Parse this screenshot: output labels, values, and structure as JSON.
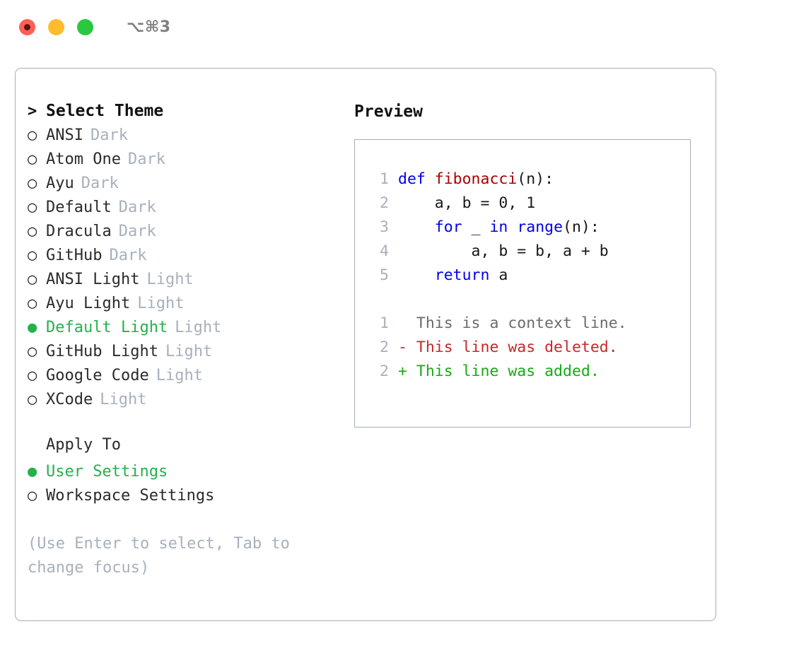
{
  "titlebar": {
    "shortcut": "⌥⌘3",
    "dots": [
      "close-red",
      "minimize-yellow",
      "maximize-green"
    ]
  },
  "theme_picker": {
    "header": {
      "prompt": ">",
      "title": "Select Theme"
    },
    "unselected_bullet": "○",
    "selected_bullet": "●",
    "items": [
      {
        "bullet": "○",
        "label": "ANSI",
        "suffix": "Dark",
        "selected": false
      },
      {
        "bullet": "○",
        "label": "Atom One",
        "suffix": "Dark",
        "selected": false
      },
      {
        "bullet": "○",
        "label": "Ayu",
        "suffix": "Dark",
        "selected": false
      },
      {
        "bullet": "○",
        "label": "Default",
        "suffix": "Dark",
        "selected": false
      },
      {
        "bullet": "○",
        "label": "Dracula",
        "suffix": "Dark",
        "selected": false
      },
      {
        "bullet": "○",
        "label": "GitHub",
        "suffix": "Dark",
        "selected": false
      },
      {
        "bullet": "○",
        "label": "ANSI Light",
        "suffix": "Light",
        "selected": false
      },
      {
        "bullet": "○",
        "label": "Ayu Light",
        "suffix": "Light",
        "selected": false
      },
      {
        "bullet": "●",
        "label": "Default Light",
        "suffix": "Light",
        "selected": true
      },
      {
        "bullet": "○",
        "label": "GitHub Light",
        "suffix": "Light",
        "selected": false
      },
      {
        "bullet": "○",
        "label": "Google Code",
        "suffix": "Light",
        "selected": false
      },
      {
        "bullet": "○",
        "label": "XCode",
        "suffix": "Light",
        "selected": false
      }
    ]
  },
  "apply_to": {
    "title": "Apply To",
    "options": [
      {
        "bullet": "●",
        "label": "User Settings",
        "selected": true
      },
      {
        "bullet": "○",
        "label": "Workspace Settings",
        "selected": false
      }
    ]
  },
  "hint": "(Use Enter to select, Tab to change focus)",
  "preview": {
    "title": "Preview",
    "code_lines": [
      {
        "no": "1",
        "segments": [
          {
            "t": "def ",
            "c": "kw"
          },
          {
            "t": "fibonacci",
            "c": "fn"
          },
          {
            "t": "(n):",
            "c": "txt"
          }
        ]
      },
      {
        "no": "2",
        "segments": [
          {
            "t": "    a, b = 0, 1",
            "c": "txt"
          }
        ]
      },
      {
        "no": "3",
        "segments": [
          {
            "t": "    ",
            "c": "txt"
          },
          {
            "t": "for",
            "c": "kw"
          },
          {
            "t": " _ ",
            "c": "txt"
          },
          {
            "t": "in",
            "c": "kw"
          },
          {
            "t": " ",
            "c": "txt"
          },
          {
            "t": "range",
            "c": "kw"
          },
          {
            "t": "(n):",
            "c": "txt"
          }
        ]
      },
      {
        "no": "4",
        "segments": [
          {
            "t": "        a, b = b, a + b",
            "c": "txt"
          }
        ]
      },
      {
        "no": "5",
        "segments": [
          {
            "t": "    ",
            "c": "txt"
          },
          {
            "t": "return",
            "c": "kw"
          },
          {
            "t": " a",
            "c": "txt"
          }
        ]
      }
    ],
    "diff_lines": [
      {
        "no": "1",
        "marker": " ",
        "text": "  This is a context line.",
        "kind": "ctx"
      },
      {
        "no": "2",
        "marker": "-",
        "text": "- This line was deleted.",
        "kind": "del"
      },
      {
        "no": "2",
        "marker": "+",
        "text": "+ This line was added.",
        "kind": "add"
      }
    ]
  },
  "colors": {
    "accent_green": "#22b24c",
    "muted_gray": "#a8b0bd",
    "border": "#a3aebd",
    "keyword_blue": "#0000e6",
    "function_red": "#a70000",
    "diff_delete": "#c62828",
    "diff_add": "#16a916",
    "dot_red": "#ff5f56",
    "dot_yellow": "#febc2e",
    "dot_green": "#28c840"
  }
}
